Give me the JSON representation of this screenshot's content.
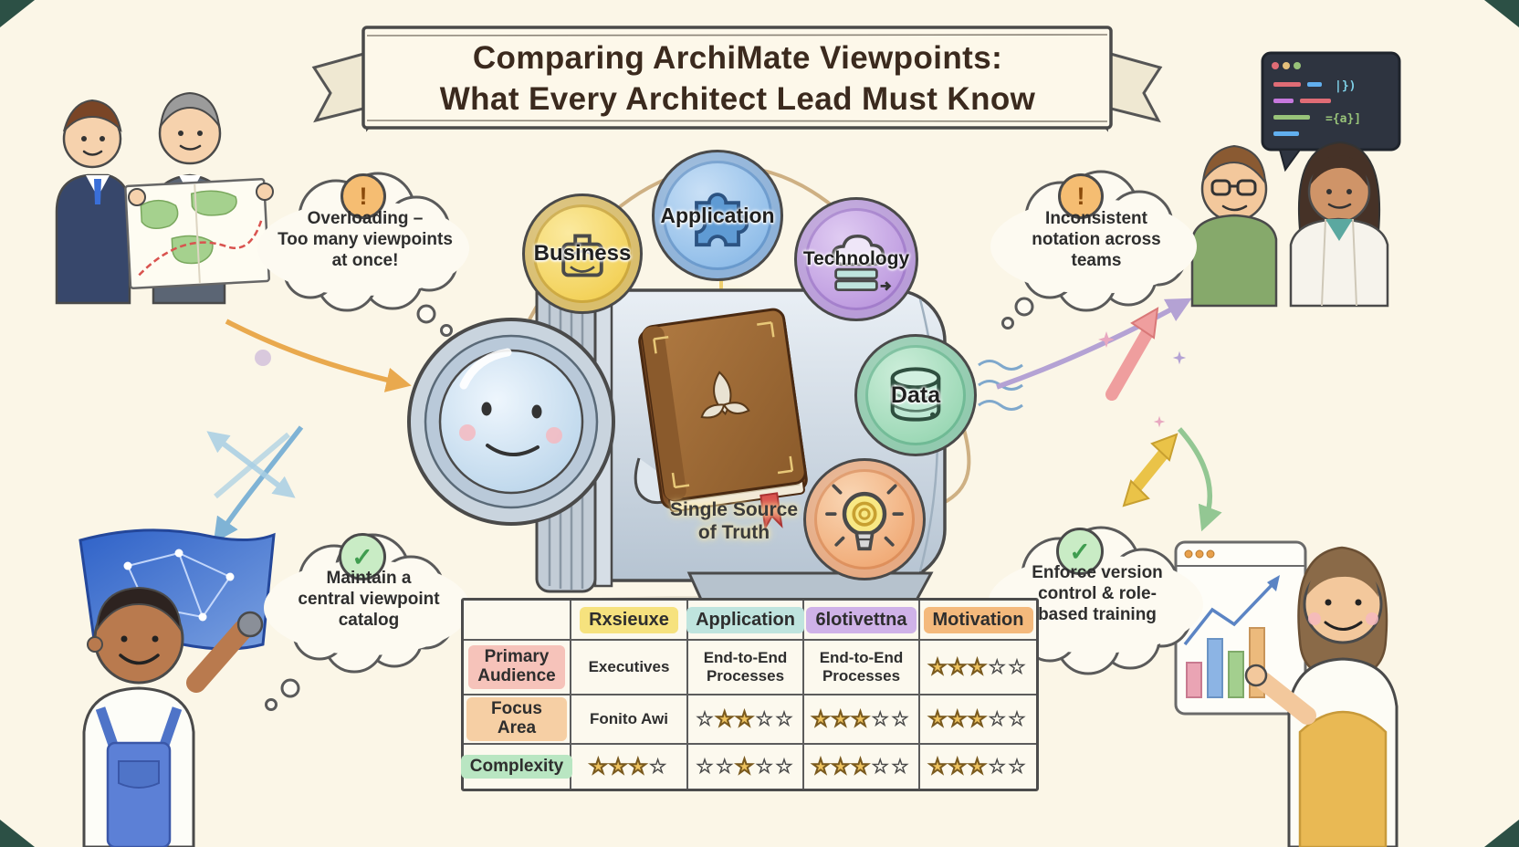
{
  "title": {
    "line1": "Comparing ArchiMate Viewpoints:",
    "line2": "What Every Architect Lead Must Know"
  },
  "bubbles": {
    "top_left": {
      "icon": "!",
      "text": "Overloading –\nToo many viewpoints\nat once!"
    },
    "top_right": {
      "icon": "!",
      "text": "Inconsistent\nnotation across\nteams"
    },
    "bottom_left": {
      "icon": "✓",
      "text": "Maintain a\ncentral viewpoint\ncatalog"
    },
    "bottom_right": {
      "icon": "✓",
      "text": "Enforce version\ncontrol & role-\nbased training"
    }
  },
  "badges": {
    "business": {
      "label": "Business",
      "icon": "briefcase-icon",
      "color": "#f2cf52"
    },
    "application": {
      "label": "Application",
      "icon": "puzzle-icon",
      "color": "#8cbbe8"
    },
    "technology": {
      "label": "Technology",
      "icon": "cloud-server-icon",
      "color": "#bb97de"
    },
    "data": {
      "label": "Data",
      "icon": "database-icon",
      "color": "#97d6b2"
    },
    "motivation": {
      "label": "",
      "icon": "lightbulb-icon",
      "color": "#f0a873"
    }
  },
  "center": {
    "caption": "Single Source\nof Truth"
  },
  "code_window": {
    "tokens": [
      "|})",
      "={a}]"
    ]
  },
  "table": {
    "headers": [
      "",
      "Rxsieuxe",
      "Application",
      "6lotivettna",
      "Motivation"
    ],
    "header_colors": [
      "",
      "#f6e27e",
      "#bfe4de",
      "#cfb2e8",
      "#f4b97c"
    ],
    "rows": [
      {
        "label": "Primary\nAudience",
        "color": "#f6c3ba",
        "cells": [
          "Executives",
          "End-to-End\nProcesses",
          "End-to-End\nProcesses",
          "★★★☆☆"
        ]
      },
      {
        "label": "Focus Area",
        "color": "#f6cfa4",
        "cells": [
          "Fonito Awi",
          "☆★★☆☆",
          "★★★☆☆",
          "★★★☆☆"
        ]
      },
      {
        "label": "Complexity",
        "color": "#b9e6c2",
        "cells": [
          "★★★☆",
          "☆☆★☆☆",
          "★★★☆☆",
          "★★★☆☆"
        ]
      }
    ]
  }
}
